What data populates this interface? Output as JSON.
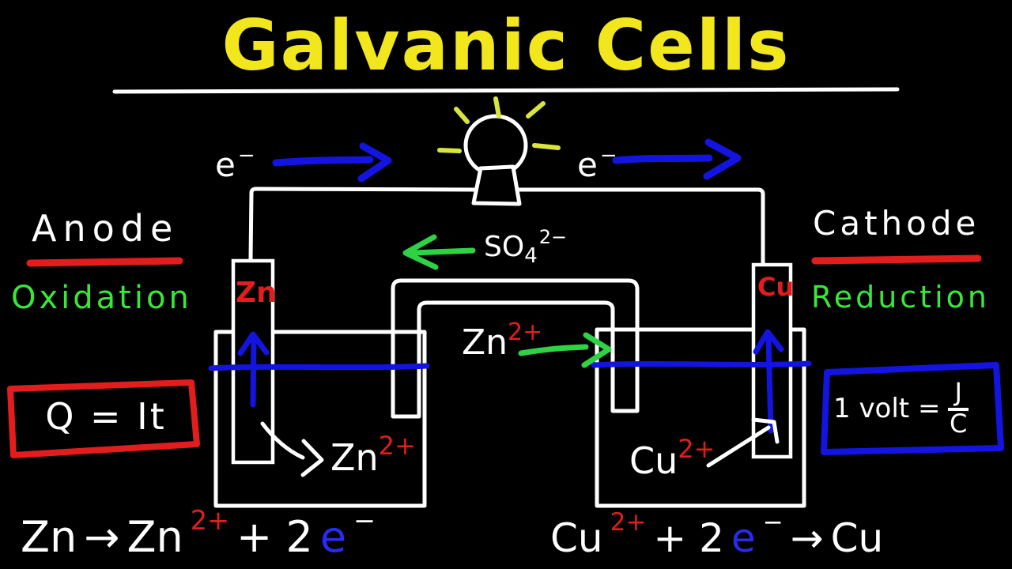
{
  "palette": {
    "yellow": "#f2e71d",
    "blue": "#1414e0",
    "green": "#2fd244",
    "textgreen": "#39e639",
    "red": "#e11d1d",
    "white": "#ffffff",
    "ray": "#d9e53b",
    "bg": "#000000"
  },
  "title": {
    "text": "Galvanic Cells"
  },
  "circuit": {
    "electron_left": {
      "base": "e",
      "sup": "−"
    },
    "electron_right": {
      "base": "e",
      "sup": "−"
    }
  },
  "left_side": {
    "label": "Anode",
    "process": "Oxidation"
  },
  "right_side": {
    "label": "Cathode",
    "process": "Reduction"
  },
  "electrodes": {
    "left": "Zn",
    "right": "Cu"
  },
  "ions": {
    "sulfate": {
      "base": "SO",
      "sub": "4",
      "sup": "2−"
    },
    "zinc_bridge": {
      "base": "Zn",
      "sup": "2+"
    },
    "zinc_beaker": {
      "base": "Zn",
      "sup": "2+"
    },
    "copper_beaker": {
      "base": "Cu",
      "sup": "2+"
    }
  },
  "formula_boxes": {
    "charge": {
      "text": "Q = It"
    },
    "volt": {
      "prefix": "1 volt =",
      "numerator": "J",
      "denominator": "C"
    }
  },
  "equations": {
    "oxidation": {
      "parts": [
        {
          "text": "Zn",
          "color": "white"
        },
        {
          "text": "→",
          "color": "white"
        },
        {
          "text": "Zn",
          "color": "white"
        },
        {
          "text": "2+",
          "color": "red"
        },
        {
          "text": "+ 2",
          "color": "white"
        },
        {
          "text": "e",
          "color": "blue"
        },
        {
          "text": "−",
          "color": "white"
        }
      ]
    },
    "reduction": {
      "parts": [
        {
          "text": "Cu",
          "color": "white"
        },
        {
          "text": "2+",
          "color": "red"
        },
        {
          "text": "+ 2",
          "color": "white"
        },
        {
          "text": "e",
          "color": "blue"
        },
        {
          "text": "−",
          "color": "white"
        },
        {
          "text": "→",
          "color": "white"
        },
        {
          "text": "Cu",
          "color": "white"
        }
      ]
    }
  }
}
